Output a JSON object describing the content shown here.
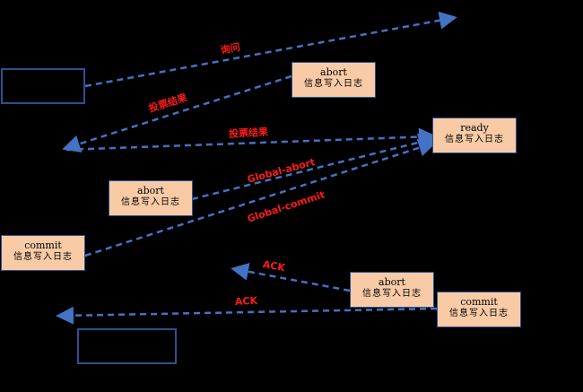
{
  "colors": {
    "arrow": "#4472c4",
    "label": "#ff1a1a",
    "box_fill": "#f8cba6",
    "box_border": "#2f4f8f",
    "background": "#000000"
  },
  "boxes": {
    "abort_1": {
      "state": "abort",
      "action": "信息写入日志"
    },
    "ready": {
      "state": "ready",
      "action": "信息写入日志"
    },
    "abort_2": {
      "state": "abort",
      "action": "信息写入日志"
    },
    "commit_left": {
      "state": "commit",
      "action": "信息写入日志"
    },
    "abort_3": {
      "state": "abort",
      "action": "信息写入日志"
    },
    "commit_right": {
      "state": "commit",
      "action": "信息写入日志"
    }
  },
  "labels": {
    "m1": "询问",
    "m2": "投票结果",
    "m3": "投票结果",
    "m4": "Global-abort",
    "m5": "Global-commit",
    "m6": "ACK",
    "m7": "ACK"
  }
}
